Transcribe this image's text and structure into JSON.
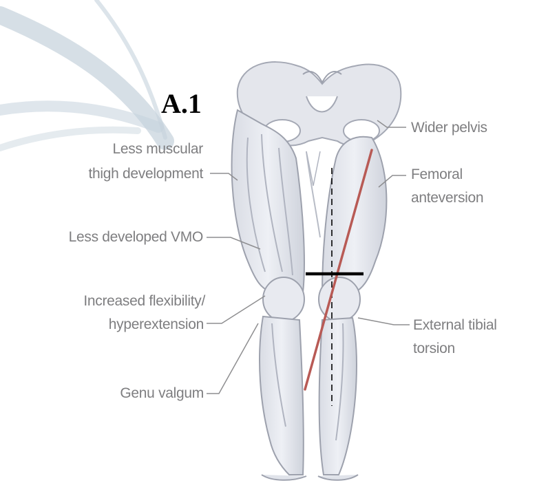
{
  "figure": {
    "panel_label": "A.1",
    "labels_left": [
      "Less muscular",
      "thigh development",
      "Less developed VMO",
      "Increased flexibility/",
      "hyperextension",
      "Genu valgum"
    ],
    "labels_right": [
      "Wider pelvis",
      "Femoral",
      "anteversion",
      "External tibial",
      "torsion"
    ],
    "colors": {
      "text": "#7e7e80",
      "leader_line": "#8e8e90",
      "bone_fill": "#e6e8ee",
      "muscle_fill": "#cfd2dc",
      "outline": "#9da1ad",
      "axis_line": "#b85a55",
      "horizontal_marker": "#000000",
      "dashed_line": "#000000",
      "swoosh": "#b9c8d4"
    }
  }
}
